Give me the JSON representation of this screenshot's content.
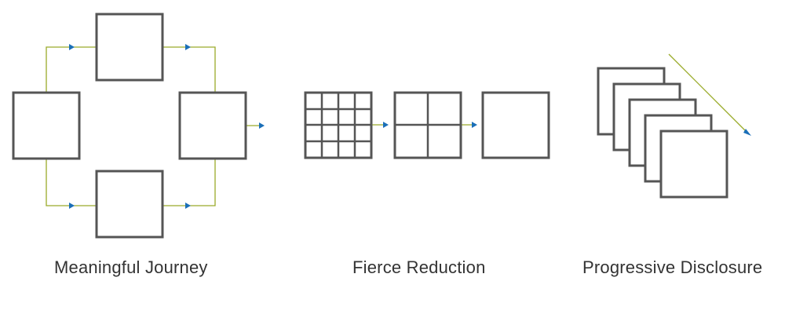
{
  "colors": {
    "box_stroke": "#555555",
    "connector": "#9aab2a",
    "arrowhead": "#1b6fb8",
    "caption_text": "#333333"
  },
  "panels": [
    {
      "id": "journey",
      "caption": "Meaningful Journey"
    },
    {
      "id": "reduction",
      "caption": "Fierce Reduction"
    },
    {
      "id": "disclosure",
      "caption": "Progressive Disclosure"
    }
  ]
}
